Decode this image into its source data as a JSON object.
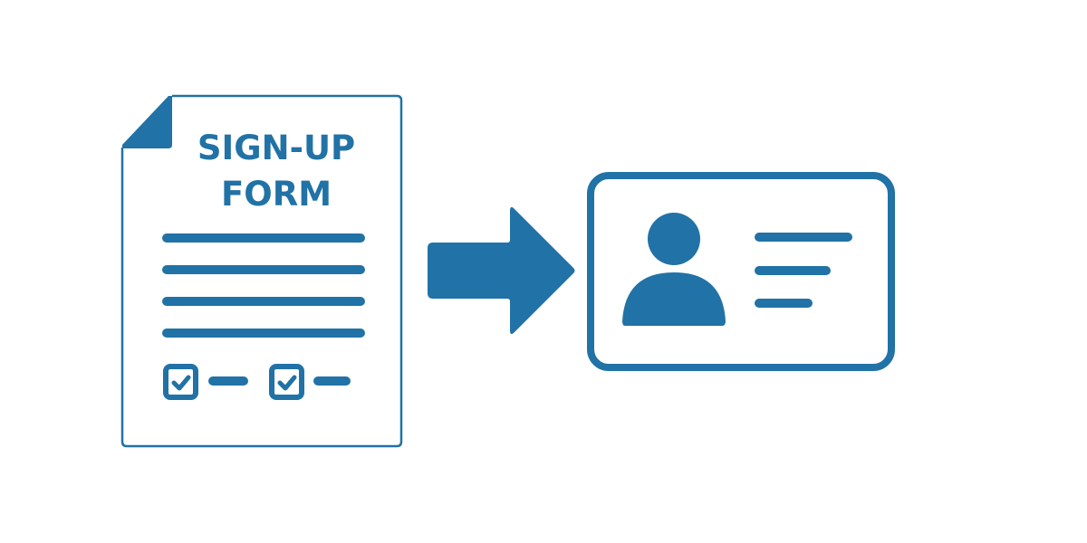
{
  "colors": {
    "accent": "#2172A6",
    "background": "#FFFFFF"
  },
  "form_document": {
    "title_line1": "SIGN-UP",
    "title_line2": "FORM",
    "text_lines": 4,
    "checkbox_items": [
      {
        "icon": "checkbox-checked-icon",
        "checked": true
      },
      {
        "icon": "checkbox-checked-icon",
        "checked": true
      }
    ]
  },
  "arrow": {
    "icon": "arrow-right-icon",
    "direction": "right"
  },
  "id_card": {
    "icon": "user-profile-card-icon",
    "avatar": "person-icon",
    "detail_lines": 3
  }
}
